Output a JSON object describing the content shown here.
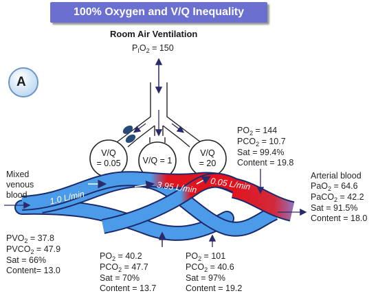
{
  "title": "100% Oxygen and V/Q Inequality",
  "room_air": {
    "heading": "Room Air Ventilation",
    "pio2_prefix": "P",
    "pio2_sub1": "I",
    "pio2_mid": "O",
    "pio2_sub2": "2",
    "pio2_value": " = 150"
  },
  "panel_letter": "A",
  "alveoli": [
    {
      "line1": "V/Q",
      "line2": "= 0.05"
    },
    {
      "line1": "V/Q = 1",
      "line2": ""
    },
    {
      "line1": "V/Q",
      "line2": "= 20"
    }
  ],
  "mixed_venous": {
    "lines": [
      "Mixed",
      "venous",
      "blood"
    ]
  },
  "flows": {
    "flow1": "1.0 L/min",
    "flow2": "3.95 L/min",
    "flow3": "0.05 L/min"
  },
  "pv_values": {
    "po2": "PVO",
    "po2_val": " = 37.8",
    "pco2": "PVCO",
    "pco2_val": " = 47.9",
    "sat": "Sat = 66%",
    "content": "Content= 13.0"
  },
  "low_vq_values": {
    "po2": "PO",
    "po2_val": " = 40.2",
    "pco2": "PCO",
    "pco2_val": " = 47.7",
    "sat": "Sat = 70%",
    "content": "Content = 13.7"
  },
  "normal_vq_values": {
    "po2": "PO",
    "po2_val": " = 101",
    "pco2": "PCO",
    "pco2_val": " = 40.6",
    "sat": "Sat = 97%",
    "content": "Content = 19.2"
  },
  "high_vq_values": {
    "po2": "PO",
    "po2_val": " = 144",
    "pco2": "PCO",
    "pco2_val": " = 10.7",
    "sat": "Sat = 99.4%",
    "content": "Content = 19.8"
  },
  "arterial": {
    "heading": "Arterial blood",
    "po2": "PaO",
    "po2_val": " = 64.6",
    "pco2": "PaCO",
    "pco2_val": " = 42.2",
    "sat": "Sat = 91.5%",
    "content": "Content = 18.0"
  },
  "subscript_two": "2",
  "colors": {
    "title_bg": "#6b6fcf",
    "venous_blue": "#4c9be8",
    "arterial_red": "#e0141e",
    "outline": "#1c2a6b",
    "panel_circle": "#cfe3f5"
  }
}
